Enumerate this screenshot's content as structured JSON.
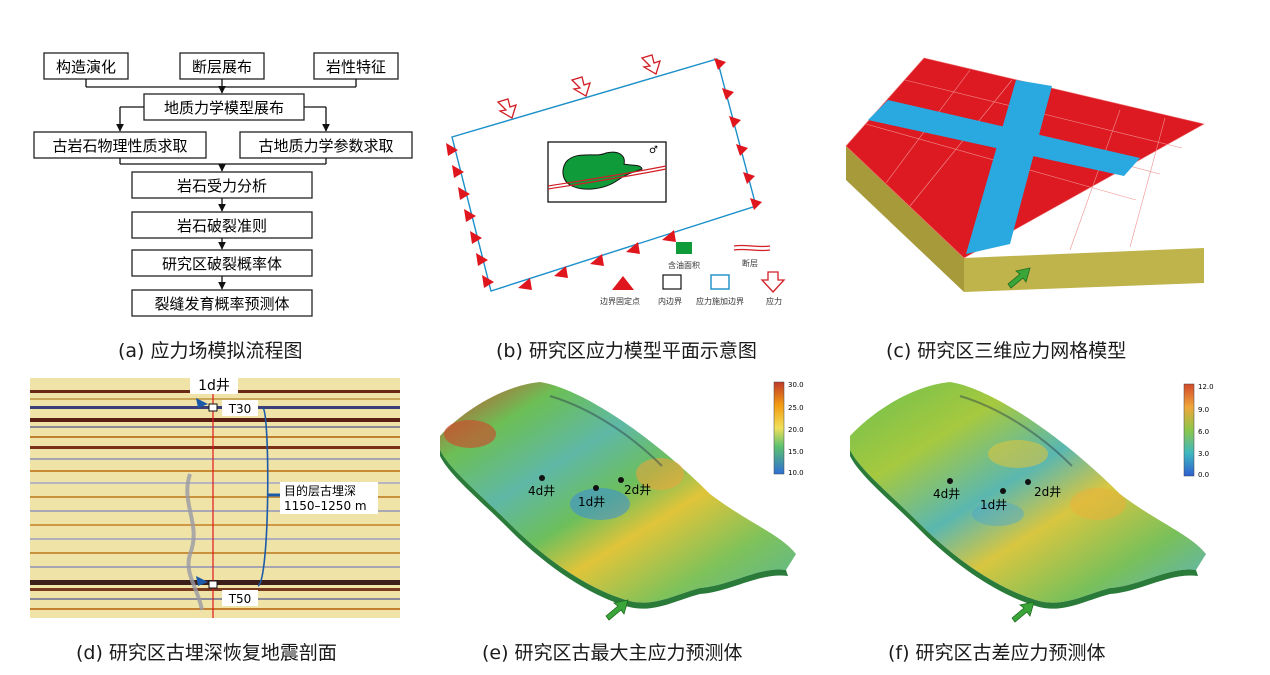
{
  "panel_a": {
    "caption": "(a) 应力场模拟流程图",
    "top_boxes": [
      "构造演化",
      "断层展布",
      "岩性特征"
    ],
    "model_box": "地质力学模型展布",
    "side_boxes": [
      "古岩石物理性质求取",
      "古地质力学参数求取"
    ],
    "chain": [
      "岩石受力分析",
      "岩石破裂准则",
      "研究区破裂概率体",
      "裂缝发育概率预测体"
    ]
  },
  "panel_b": {
    "caption": "(b) 研究区应力模型平面示意图",
    "legend_oil": "含油面积",
    "legend_fault": "断层",
    "legend_fixed": "边界固定点",
    "legend_inner": "内边界",
    "legend_stress_boundary": "应力施加边界",
    "legend_stress": "应力",
    "north_mark": "♂"
  },
  "panel_c": {
    "caption": "(c) 研究区三维应力网格模型"
  },
  "panel_d": {
    "caption": "(d) 研究区古埋深恢复地震剖面",
    "well": "1d井",
    "top_horizon": "T30",
    "bottom_horizon": "T50",
    "depth_label_1": "目的层古埋深",
    "depth_label_2": "1150–1250 m"
  },
  "panel_e": {
    "caption": "(e) 研究区古最大主应力预测体",
    "scale_ticks": [
      "30.0",
      "25.0",
      "20.0",
      "15.0",
      "10.0"
    ],
    "wells": [
      "4d井",
      "1d井",
      "2d井"
    ]
  },
  "panel_f": {
    "caption": "(f) 研究区古差应力预测体",
    "scale_ticks": [
      "12.0",
      "9.0",
      "6.0",
      "3.0",
      "0.0"
    ],
    "wells": [
      "4d井",
      "1d井",
      "2d井"
    ]
  },
  "colors": {
    "grid_red": "#dd1a22",
    "grid_blue": "#29a9e0",
    "grid_side": "#b2a642",
    "oil_green": "#0f9b3a",
    "boundary_blue": "#1b8fc9",
    "arrow_green": "#3aa63a"
  }
}
